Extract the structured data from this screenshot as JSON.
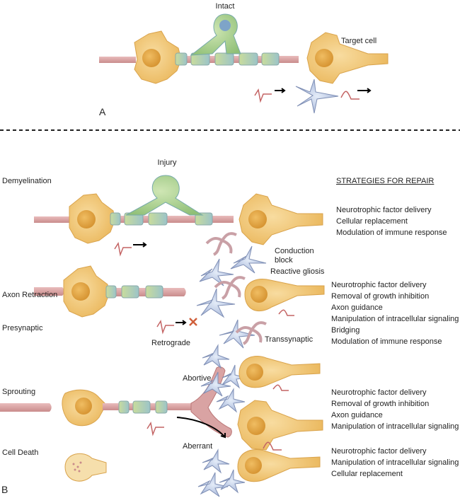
{
  "panel_a": {
    "label": "A",
    "intact": "Intact",
    "target_cell": "Target cell"
  },
  "panel_b": {
    "label": "B",
    "strategies_header": "STRATEGIES FOR REPAIR",
    "demyelination": {
      "title": "Demyelination",
      "injury": "Injury",
      "conduction_block": [
        "Conduction",
        "block"
      ],
      "strategies": [
        "Neurotrophic factor delivery",
        "Cellular replacement",
        "Modulation of immune response"
      ]
    },
    "axon_retraction": {
      "title": "Axon Retraction",
      "presynaptic": "Presynaptic",
      "retrograde": "Retrograde",
      "reactive_gliosis": "Reactive gliosis",
      "transsynaptic": "Transsynaptic",
      "strategies": [
        "Neurotrophic factor delivery",
        "Removal of growth inhibition",
        "Axon guidance",
        "Manipulation of intracellular signaling",
        "Bridging",
        "Modulation of immune response"
      ]
    },
    "sprouting": {
      "title": "Sprouting",
      "abortive": "Abortive",
      "aberrant": "Aberrant",
      "strategies": [
        "Neurotrophic factor delivery",
        "Removal of growth inhibition",
        "Axon guidance",
        "Manipulation of intracellular signaling"
      ]
    },
    "cell_death": {
      "title": "Cell Death",
      "strategies": [
        "Neurotrophic factor delivery",
        "Manipulation of intracellular signaling",
        "Cellular replacement"
      ]
    }
  },
  "colors": {
    "soma": "#f2c879",
    "nucleus": "#e3a645",
    "axon": "#d9a3a3",
    "myelin": "#b9d6a8",
    "glia": "#b7c3e2",
    "oligodendrocyte": "#a9cf8f",
    "microglia": "#e6c4c8"
  }
}
